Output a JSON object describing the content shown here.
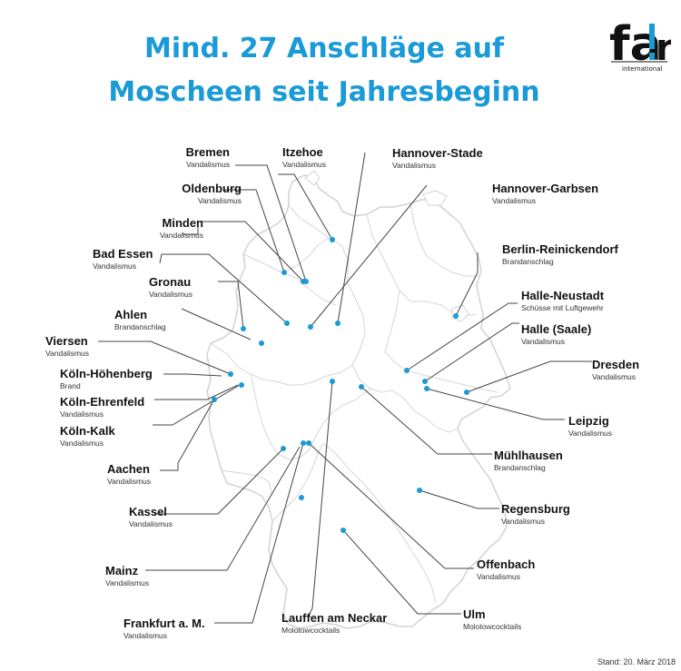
{
  "title_line1": "Mind. 27 Anschläge auf",
  "title_line2": "Moscheen seit Jahresbeginn",
  "logo": {
    "text": "fair",
    "subtext": "international",
    "accent_color": "#1a9ad6"
  },
  "stand": "Stand: 20. März 2018",
  "colors": {
    "title": "#1a9ad6",
    "marker": "#1a9ad6",
    "map_fill": "#ffffff",
    "map_stroke": "#cfcfcf",
    "leader": "#444444"
  },
  "cities": [
    {
      "name": "Bremen",
      "type": "Vandalismus"
    },
    {
      "name": "Itzehoe",
      "type": "Vandalismus"
    },
    {
      "name": "Hannover-Stade",
      "type": "Vandalismus"
    },
    {
      "name": "Oldenburg",
      "type": "Vandalismus"
    },
    {
      "name": "Hannover-Garbsen",
      "type": "Vandalismus"
    },
    {
      "name": "Minden",
      "type": "Vandalismus"
    },
    {
      "name": "Berlin-Reinickendorf",
      "type": "Brandanschlag"
    },
    {
      "name": "Bad Essen",
      "type": "Vandalismus"
    },
    {
      "name": "Gronau",
      "type": "Vandalismus"
    },
    {
      "name": "Halle-Neustadt",
      "type": "Schüsse mit Luftgewehr"
    },
    {
      "name": "Ahlen",
      "type": "Brandanschlag"
    },
    {
      "name": "Halle (Saale)",
      "type": "Vandalismus"
    },
    {
      "name": "Viersen",
      "type": "Vandalismus"
    },
    {
      "name": "Dresden",
      "type": "Vandalismus"
    },
    {
      "name": "Köln-Höhenberg",
      "type": "Brand"
    },
    {
      "name": "Köln-Ehrenfeld",
      "type": "Vandalismus"
    },
    {
      "name": "Leipzig",
      "type": "Vandalismus"
    },
    {
      "name": "Köln-Kalk",
      "type": "Vandalismus"
    },
    {
      "name": "Mühlhausen",
      "type": "Brandanschlag"
    },
    {
      "name": "Aachen",
      "type": "Vandalismus"
    },
    {
      "name": "Regensburg",
      "type": "Vandalismus"
    },
    {
      "name": "Kassel",
      "type": "Vandalismus"
    },
    {
      "name": "Offenbach",
      "type": "Vandalismus"
    },
    {
      "name": "Mainz",
      "type": "Vandalismus"
    },
    {
      "name": "Ulm",
      "type": "Molotowcocktails"
    },
    {
      "name": "Frankfurt a. M.",
      "type": "Vandalismus"
    },
    {
      "name": "Lauffen am Neckar",
      "type": "Molotowcocktails"
    }
  ]
}
